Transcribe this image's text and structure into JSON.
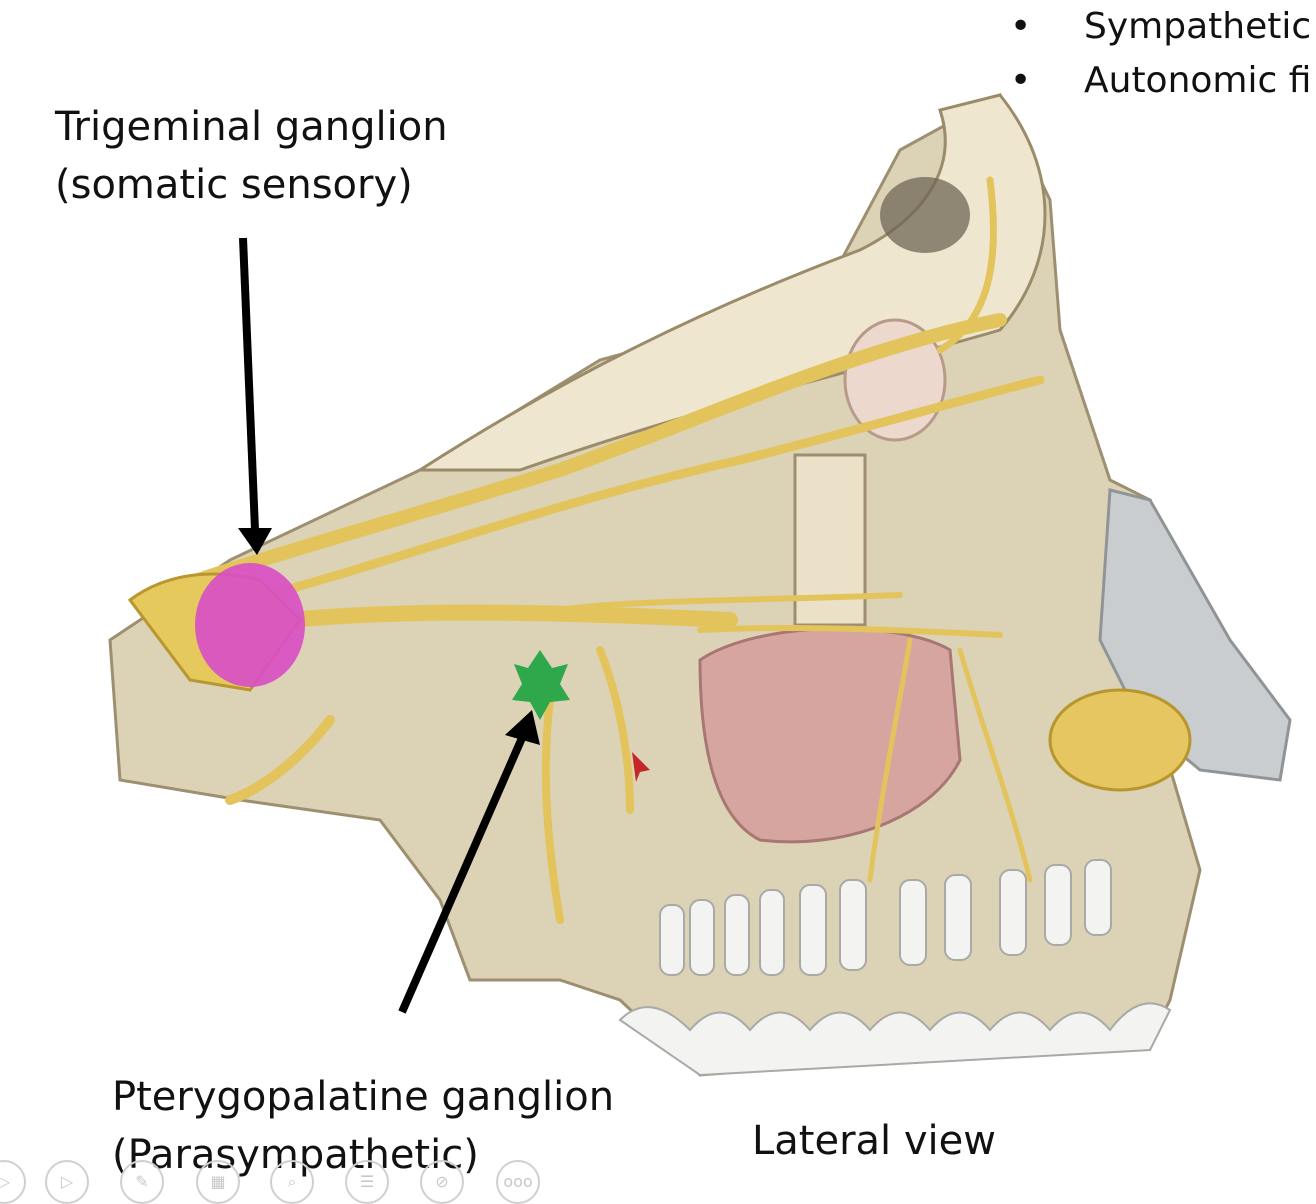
{
  "bullets": [
    "Sympathetic",
    "Autonomic fi"
  ],
  "labels": {
    "trigeminal_line1": "Trigeminal ganglion",
    "trigeminal_line2": "(somatic sensory)",
    "pterygo_line1": "Pterygopalatine ganglion",
    "pterygo_line2": "(Parasympathetic)",
    "view": "Lateral view"
  },
  "colors": {
    "trigeminal_highlight": "#d94fc4",
    "pterygo_highlight": "#2ea84a",
    "arrow": "#000000",
    "nerve": "#e3c45c",
    "bone": "#d9cfb2",
    "sinus": "#d8a6a0",
    "cartilage": "#c9cdd0"
  },
  "toolbar": {
    "icons": [
      "play-icon",
      "pen-icon",
      "slides-icon",
      "zoom-icon",
      "notes-icon",
      "hide-icon",
      "more-icon"
    ],
    "more_label": "ooo"
  }
}
